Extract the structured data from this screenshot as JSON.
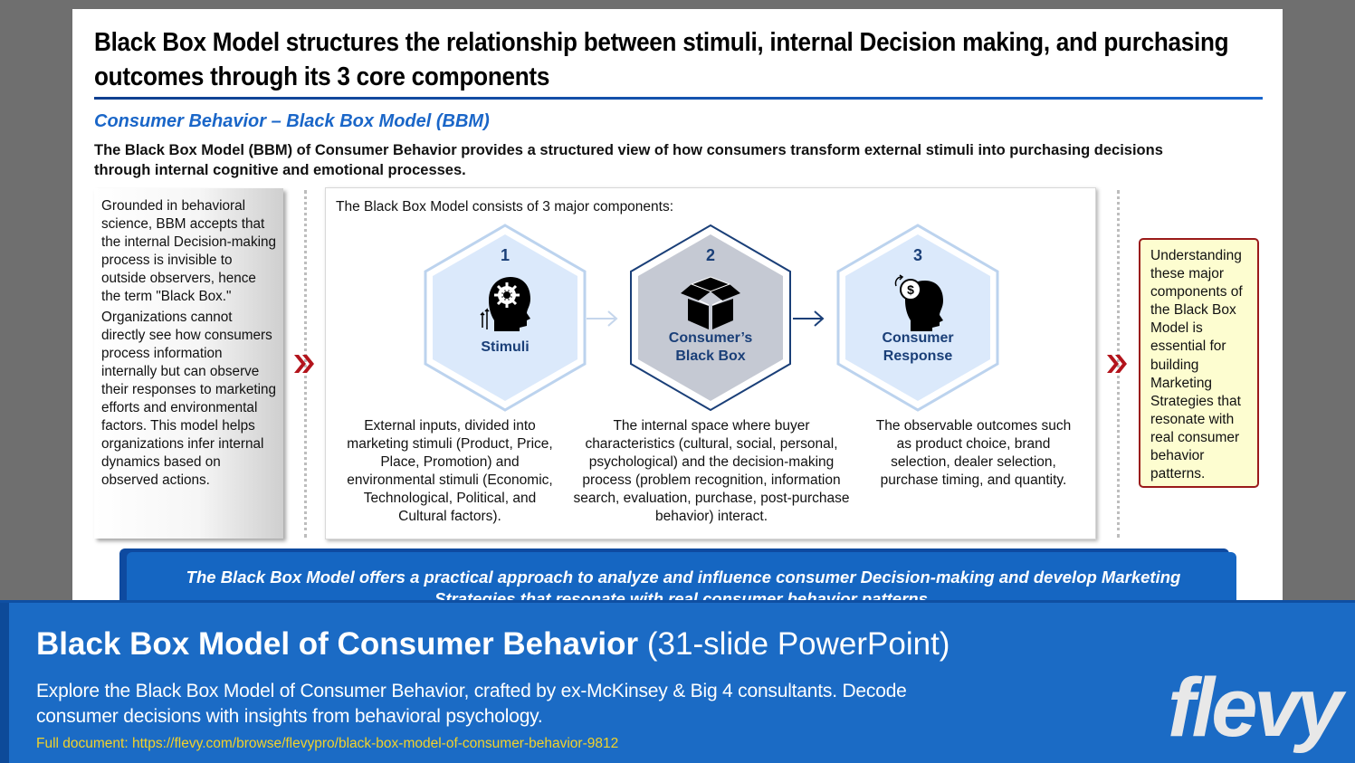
{
  "slide": {
    "title": "Black Box Model structures the relationship between stimuli, internal Decision making, and purchasing outcomes through its 3 core components",
    "subtitle": "Consumer Behavior – Black Box Model (BBM)",
    "intro": "The Black Box Model (BBM) of Consumer Behavior provides a structured view of how consumers transform external stimuli into purchasing decisions through internal cognitive and emotional processes.",
    "left_panel": {
      "para1": "Grounded in behavioral science, BBM accepts that the internal Decision-making process is invisible to outside observers, hence the term \"Black Box.\"",
      "para2": "Organizations cannot directly see how consumers process information internally but can observe their responses to marketing efforts and environmental factors. This model helps organizations infer internal dynamics based on observed actions."
    },
    "center_panel": {
      "heading": "The Black Box Model consists of 3 major components:",
      "components": [
        {
          "number": "1",
          "label": "Stimuli",
          "icon": "head-gear-icon",
          "description": "External inputs, divided into marketing stimuli (Product, Price, Place, Promotion) and environmental stimuli (Economic, Technological, Political, and Cultural factors)."
        },
        {
          "number": "2",
          "label_line1": "Consumer’s",
          "label_line2": "Black Box",
          "icon": "open-box-icon",
          "description": "The internal space where buyer characteristics (cultural, social, personal, psychological) and the decision-making process (problem recognition, information search, evaluation, purchase, post-purchase behavior) interact."
        },
        {
          "number": "3",
          "label_line1": "Consumer",
          "label_line2": "Response",
          "icon": "head-dollar-icon",
          "description": "The observable outcomes such as product choice, brand selection, dealer selection, purchase timing, and quantity."
        }
      ]
    },
    "right_box": "Understanding these major components of the Black Box Model is essential for building Marketing Strategies that resonate with real consumer behavior patterns.",
    "banner": "The Black Box Model offers a practical approach to analyze and influence consumer Decision-making and develop Marketing Strategies that resonate with real consumer behavior patterns."
  },
  "footer": {
    "title_bold": "Black Box Model of Consumer Behavior",
    "title_light": "(31-slide PowerPoint)",
    "description": "Explore the Black Box Model of Consumer Behavior, crafted by ex-McKinsey & Big 4 consultants. Decode consumer decisions with insights from behavioral psychology.",
    "link": "Full document: https://flevy.com/browse/flevypro/black-box-model-of-consumer-behavior-9812",
    "logo": "flevy"
  },
  "colors": {
    "accent_blue": "#1a66c8",
    "hex_light": "#dbe9fb",
    "hex_dark": "#c5c9d3",
    "chevron_red": "#b3141c",
    "footer_blue": "#1b6bc5",
    "link_yellow": "#f2d22a"
  }
}
